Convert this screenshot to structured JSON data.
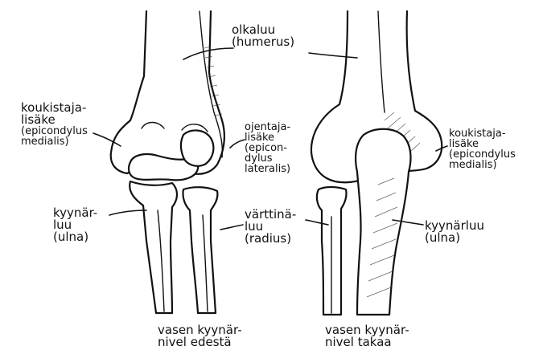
{
  "labels": {
    "humerus": [
      "olkaluu",
      "(humerus)"
    ],
    "epicondylus_medialis_front": [
      "koukistaja-",
      "lisäke",
      "(epicondylus",
      "medialis)"
    ],
    "ulna_front": [
      "kyynär-",
      "luu",
      "(ulna)"
    ],
    "epicondylus_lateralis": [
      "ojentaja-",
      "lisäke",
      "(epicon-",
      "dylus",
      "lateralis)"
    ],
    "radius": [
      "värttinä-",
      "luu",
      "(radius)"
    ],
    "epicondylus_medialis_back": [
      "koukistaja-",
      "lisäke",
      "(epicondylus",
      "medialis)"
    ],
    "ulna_back": [
      "kyynärluu",
      "(ulna)"
    ],
    "caption_front": [
      "vasen kyynär-",
      "nivel edestä"
    ],
    "caption_back": [
      "vasen kyynär-",
      "nivel takaa"
    ]
  },
  "colors": {
    "ink": "#111111",
    "paper": "#ffffff"
  }
}
